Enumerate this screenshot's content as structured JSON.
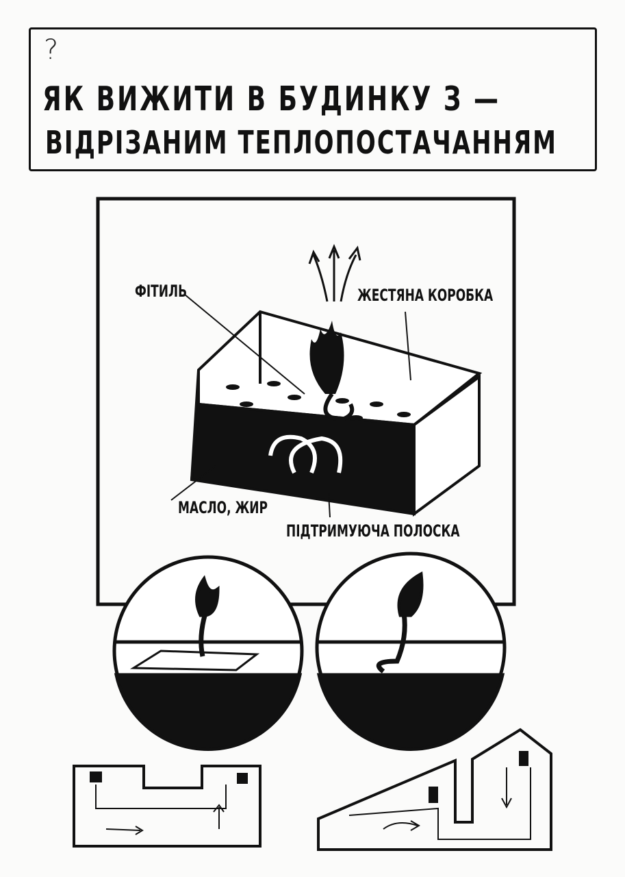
{
  "title": {
    "question_mark": "?",
    "line1": "ЯК ВИЖИТИ В БУДИНКУ З —",
    "line2": "ВІДРІЗАНИМ ТЕПЛОПОСТАЧАННЯМ"
  },
  "labels": {
    "wick": "ФІТИЛЬ",
    "tin_box": "ЖЕСТЯНА КОРОБКА",
    "oil_fat": "МАСЛО, ЖИР",
    "support_strip": "ПІДТРИМУЮЧА ПОЛОСКА"
  },
  "colors": {
    "ink": "#111111",
    "paper": "#fbfbfa"
  }
}
